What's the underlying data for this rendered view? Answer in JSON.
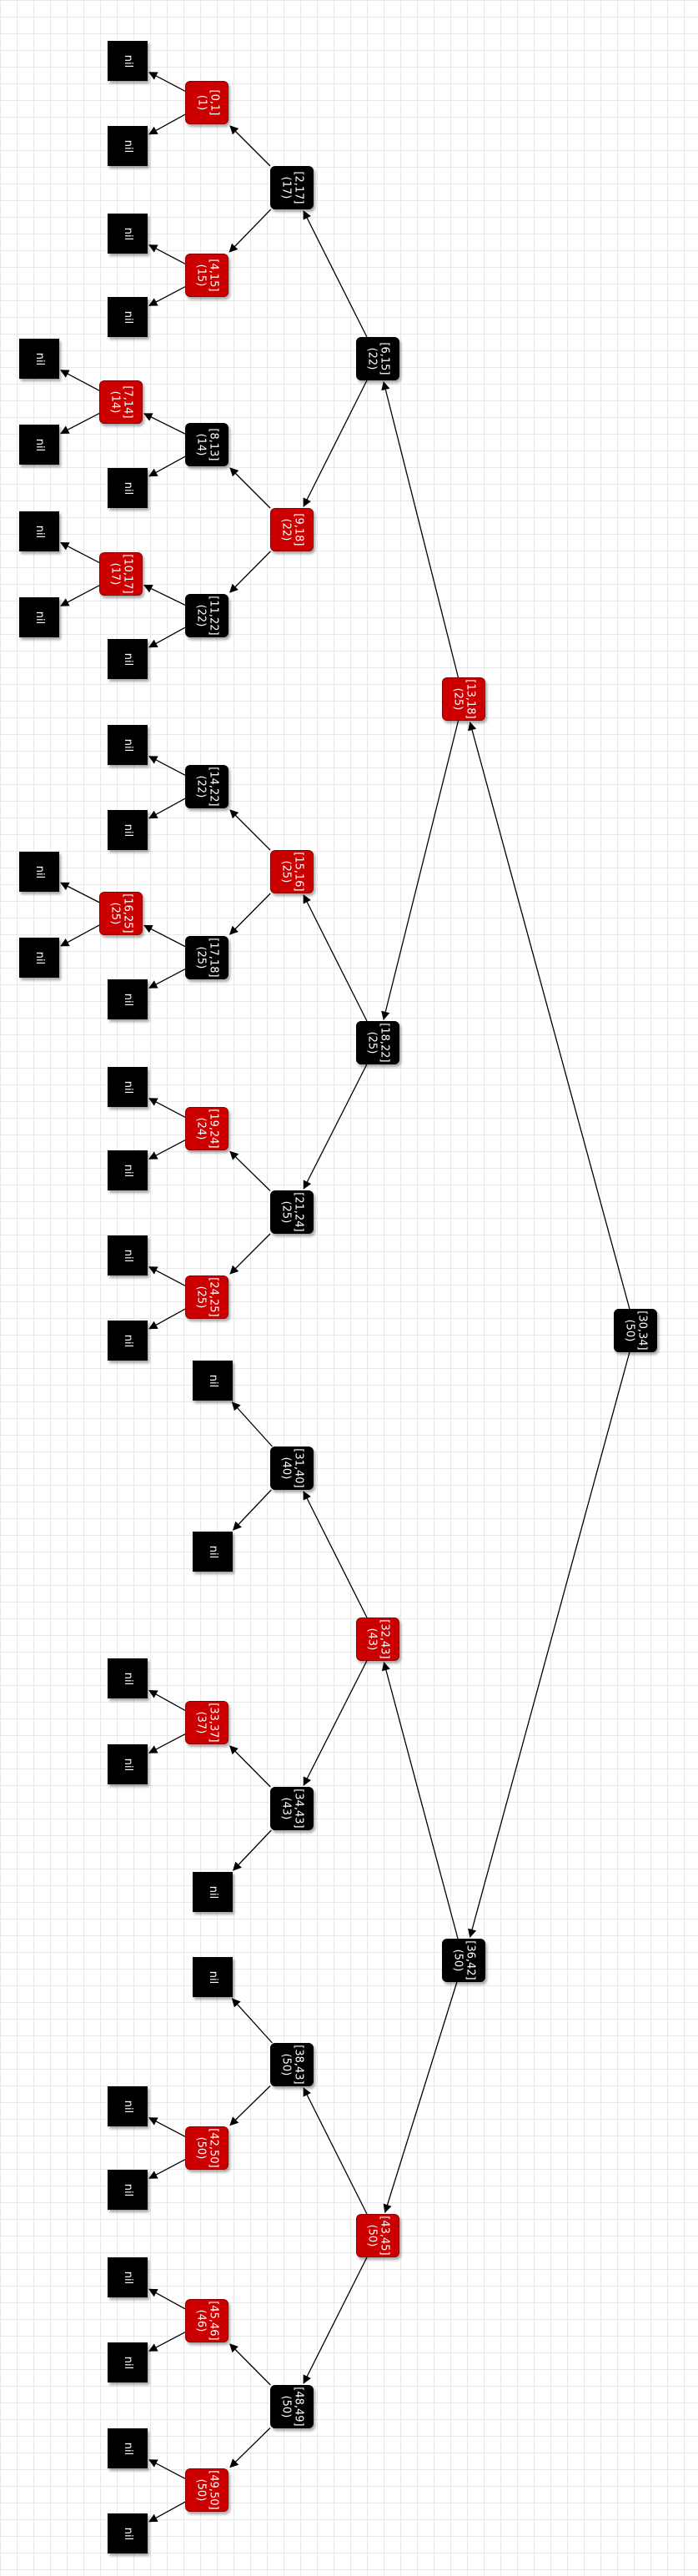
{
  "colors": {
    "red": "#cc0000",
    "black": "#000000",
    "edge": "#000000"
  },
  "nodes": [
    {
      "id": "n30",
      "label": "[30,34]",
      "max": "(50)",
      "color": "black"
    },
    {
      "id": "n13",
      "label": "[13,18]",
      "max": "(25)",
      "color": "red"
    },
    {
      "id": "n36",
      "label": "[36,42]",
      "max": "(50)",
      "color": "black"
    },
    {
      "id": "n6",
      "label": "[6,15]",
      "max": "(22)",
      "color": "black"
    },
    {
      "id": "n18",
      "label": "[18,22]",
      "max": "(25)",
      "color": "black"
    },
    {
      "id": "n32",
      "label": "[32,43]",
      "max": "(43)",
      "color": "red"
    },
    {
      "id": "n43",
      "label": "[43,45]",
      "max": "(50)",
      "color": "red"
    },
    {
      "id": "n2",
      "label": "[2,17]",
      "max": "(17)",
      "color": "black"
    },
    {
      "id": "n9",
      "label": "[9,18]",
      "max": "(22)",
      "color": "red"
    },
    {
      "id": "n15",
      "label": "[15,16]",
      "max": "(25)",
      "color": "red"
    },
    {
      "id": "n21",
      "label": "[21,24]",
      "max": "(25)",
      "color": "black"
    },
    {
      "id": "n31",
      "label": "[31,40]",
      "max": "(40)",
      "color": "black"
    },
    {
      "id": "n34",
      "label": "[34,43]",
      "max": "(43)",
      "color": "black"
    },
    {
      "id": "n38",
      "label": "[38,43]",
      "max": "(50)",
      "color": "black"
    },
    {
      "id": "n48",
      "label": "[48,49]",
      "max": "(50)",
      "color": "black"
    },
    {
      "id": "n0",
      "label": "[0,1]",
      "max": "(1)",
      "color": "red"
    },
    {
      "id": "n4",
      "label": "[4,15]",
      "max": "(15)",
      "color": "red"
    },
    {
      "id": "n8",
      "label": "[8,13]",
      "max": "(14)",
      "color": "black"
    },
    {
      "id": "n11",
      "label": "[11,22]",
      "max": "(22)",
      "color": "black"
    },
    {
      "id": "n14",
      "label": "[14,22]",
      "max": "(22)",
      "color": "black"
    },
    {
      "id": "n17",
      "label": "[17,18]",
      "max": "(25)",
      "color": "black"
    },
    {
      "id": "n19",
      "label": "[19,24]",
      "max": "(24)",
      "color": "red"
    },
    {
      "id": "n24",
      "label": "[24,25]",
      "max": "(25)",
      "color": "red"
    },
    {
      "id": "n33",
      "label": "[33,37]",
      "max": "(37)",
      "color": "red"
    },
    {
      "id": "n42",
      "label": "[42,50]",
      "max": "(50)",
      "color": "red"
    },
    {
      "id": "n45",
      "label": "[45,46]",
      "max": "(46)",
      "color": "red"
    },
    {
      "id": "n49",
      "label": "[49,50]",
      "max": "(50)",
      "color": "red"
    },
    {
      "id": "n7",
      "label": "[7,14]",
      "max": "(14)",
      "color": "red"
    },
    {
      "id": "n10",
      "label": "[10,17]",
      "max": "(17)",
      "color": "red"
    },
    {
      "id": "n16",
      "label": "[16,25]",
      "max": "(25)",
      "color": "red"
    }
  ],
  "edges": [
    [
      "n30",
      "n13"
    ],
    [
      "n30",
      "n36"
    ],
    [
      "n13",
      "n6"
    ],
    [
      "n13",
      "n18"
    ],
    [
      "n36",
      "n32"
    ],
    [
      "n36",
      "n43"
    ],
    [
      "n6",
      "n2"
    ],
    [
      "n6",
      "n9"
    ],
    [
      "n18",
      "n15"
    ],
    [
      "n18",
      "n21"
    ],
    [
      "n32",
      "n31"
    ],
    [
      "n32",
      "n34"
    ],
    [
      "n43",
      "n38"
    ],
    [
      "n43",
      "n48"
    ],
    [
      "n2",
      "n0"
    ],
    [
      "n2",
      "n4"
    ],
    [
      "n9",
      "n8"
    ],
    [
      "n9",
      "n11"
    ],
    [
      "n15",
      "n14"
    ],
    [
      "n15",
      "n17"
    ],
    [
      "n21",
      "n19"
    ],
    [
      "n21",
      "n24"
    ],
    [
      "n8",
      "n7"
    ],
    [
      "n11",
      "n10"
    ],
    [
      "n17",
      "n16"
    ],
    [
      "n34",
      "n33"
    ],
    [
      "n38",
      "n42"
    ],
    [
      "n48",
      "n45"
    ],
    [
      "n48",
      "n49"
    ]
  ],
  "nil_label": "nil",
  "nil_parents": [
    "n0",
    "n0",
    "n4",
    "n4",
    "n7",
    "n7",
    "n8",
    "n10",
    "n10",
    "n11",
    "n14",
    "n14",
    "n16",
    "n16",
    "n17",
    "n19",
    "n19",
    "n24",
    "n24",
    "n31",
    "n31",
    "n33",
    "n33",
    "n34",
    "n38",
    "n42",
    "n42",
    "n45",
    "n45",
    "n49",
    "n49"
  ]
}
